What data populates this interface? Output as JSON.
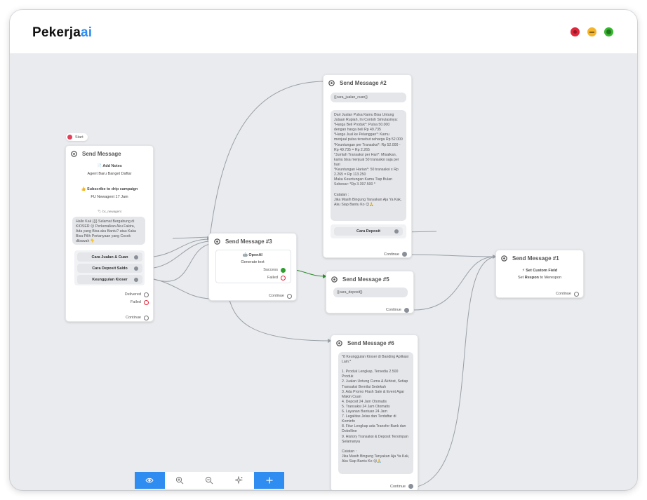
{
  "app": {
    "logo_main": "Pekerja",
    "logo_accent": "ai"
  },
  "colors": {
    "accent": "#2f8cf0",
    "close": "#e0263b",
    "minimize": "#f4b52a",
    "maximize": "#35b72e",
    "success": "#2e9e2e",
    "failed": "#e0263b"
  },
  "start": {
    "label": "Start"
  },
  "node1": {
    "title": "Send Message",
    "add_notes": "📄 Add Notes",
    "notes_value": "Agent Baru Banget Daftar",
    "subscribe": "👍 Subscribe to drip campaign",
    "subscribe_value": "FU Newagent 17 Jam",
    "tag": "🏷 bc_newagent",
    "message": "Hallo Kak {{}} Selamat Bergabung di KIOSER 😊 Perkenalkan Aku Fakira, Ada yang Bisa aku Bantu? atau Kaka Bisa Pilih Pertanyaan yang Cocok dibawah 👇",
    "buttons": [
      "Cara Jualan & Cuan",
      "Cara Deposit Saldo",
      "Keunggulan Kioser"
    ],
    "delivered": "Delivered",
    "failed": "Failed",
    "continue": "Continue"
  },
  "node2": {
    "title": "Send Message #2",
    "tag": "{{cara_jualan_cuan}}",
    "message": "Dari Jualan Pulsa Kamu Bisa Untung Jutaan Rupiah, Ini Contoh Simulasinya:\n*Harga Beli Produk*: Pulsa 50.000 dengan harga beli Rp 49.735\n*Harga Jual ke Pelanggan*: Kamu menjual pulsa tersebut seharga Rp 52.000\n*Keuntungan per Transaksi*: Rp 52.000 - Rp 49.735 = Rp 2.265\n*Jumlah Transaksi per Hari*: Misalkan, kamu bisa menjual 50 transaksi saja per hari\n*Keuntungan Harian*: 50 transaksi x Rp 2.265 = Rp 113.250\nMaka Keuntungan Kamu Tiap Bulan Sebesar: *Rp 3.397.500 *\n\nCatatan :\nJika Masih Bingung Tanyakan Aja Ya Kak, Aku Siap Bantu Ko 😊🙏",
    "button": "Cara Deposit",
    "continue": "Continue"
  },
  "node3": {
    "title": "Send Message #3",
    "openai": "🤖 OpenAI",
    "generate": "Generate text",
    "success": "Success",
    "failed": "Failed",
    "continue": "Continue"
  },
  "node5": {
    "title": "Send Message #5",
    "tag": "{{cara_deposit}}",
    "continue": "Continue"
  },
  "node6": {
    "title": "Send Message #6",
    "message": "*8 Keunggulan Kioser di Banding Aplikasi Lain:*\n\n1. Produk Lengkap, Tersedia 2.500 Produk\n2. Jualan Untung Cuma & Akhirat, Setiap Transaksi Bernilai Sedekah\n3. Ada Promo Flash Sale & Event Agar Makin Cuan\n4. Deposit 24 Jam Otomatis\n5. Transaksi 24 Jam Otomatis\n6. Layanan Bantuan 24 Jam\n7. Legalitas Jelas dan Terdaftar di Kominfo\n8. Fitur Lengkap ada Transfer Bank dan Dobelline\n9. History Transaksi & Deposit Tersimpan Selamanya\n\nCatatan :\nJika Masih Bingung Tanyakan Aja Ya Kak, Aku Siap Bantu Ko 😊🙏",
    "continue": "Continue"
  },
  "node1b": {
    "title": "Send Message #1",
    "field_label": "⚡ Set Custom Field",
    "field_value_prefix": "Set",
    "field_value_bold": "Respon",
    "field_value_suffix": "to Merespon",
    "continue": "Continue"
  },
  "toolbar": {
    "icons": [
      "eye-icon",
      "zoom-in-icon",
      "zoom-out-icon",
      "magic-icon",
      "plus-icon"
    ]
  }
}
